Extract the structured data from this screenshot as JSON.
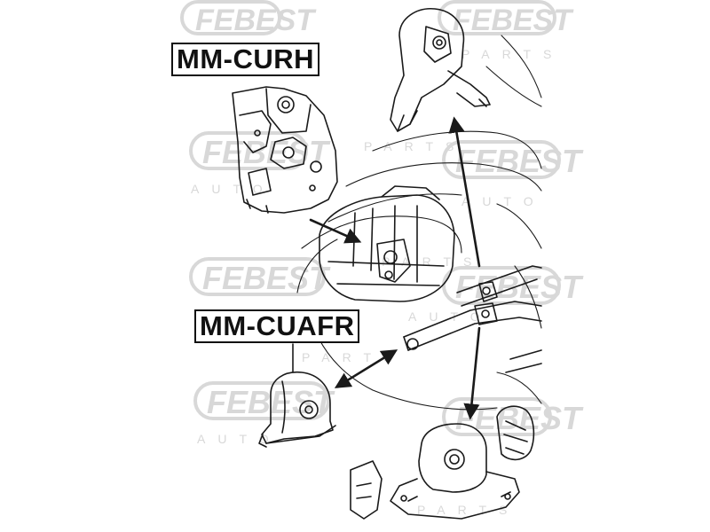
{
  "labels": {
    "top": "MM-CURH",
    "bottom": "MM-CUAFR"
  },
  "watermark": {
    "brand": "FEBEST",
    "sub_a": "AUTO",
    "sub_b": "PARTS"
  },
  "colors": {
    "line": "#1a1a1a",
    "watermark": "#d8d8d8",
    "background": "#ffffff"
  }
}
